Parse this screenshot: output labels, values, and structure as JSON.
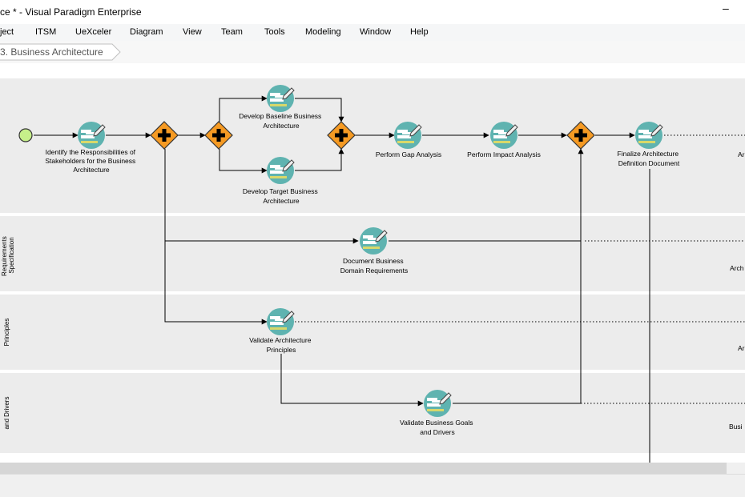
{
  "window": {
    "title": "ce * - Visual Paradigm Enterprise",
    "minimize_glyph": "–"
  },
  "menu": [
    {
      "label": "ject"
    },
    {
      "label": "ITSM"
    },
    {
      "label": "UeXceler"
    },
    {
      "label": "Diagram"
    },
    {
      "label": "View"
    },
    {
      "label": "Team"
    },
    {
      "label": "Tools"
    },
    {
      "label": "Modeling"
    },
    {
      "label": "Window"
    },
    {
      "label": "Help"
    }
  ],
  "breadcrumb": {
    "label": "3. Business Architecture"
  },
  "lanes": [
    {
      "label": ""
    },
    {
      "label": "Requirements Specification",
      "label_lines": [
        "Requirements",
        "Specification"
      ]
    },
    {
      "label": "Principles"
    },
    {
      "label": "and Drivers"
    }
  ],
  "tasks": [
    {
      "id": "identify",
      "label_lines": [
        "Identify the Responsibilities of",
        "Stakeholders for the Business",
        "Architecture"
      ]
    },
    {
      "id": "baseline",
      "label_lines": [
        "Develop Baseline Business",
        "Architecture"
      ]
    },
    {
      "id": "target",
      "label_lines": [
        "Develop Target Business",
        "Architecture"
      ]
    },
    {
      "id": "gap",
      "label_lines": [
        "Perform Gap Analysis"
      ]
    },
    {
      "id": "impact",
      "label_lines": [
        "Perform Impact Analysis"
      ]
    },
    {
      "id": "finalize",
      "label_lines": [
        "Finalize Architecture",
        "Definition Document"
      ]
    },
    {
      "id": "docreq",
      "label_lines": [
        "Document Business",
        "Domain Requirements"
      ]
    },
    {
      "id": "valprin",
      "label_lines": [
        "Validate Architecture",
        "Principles"
      ]
    },
    {
      "id": "valgoals",
      "label_lines": [
        "Validate Business Goals",
        "and Drivers"
      ]
    }
  ],
  "artifacts": [
    {
      "id": "art1",
      "label": "Ar"
    },
    {
      "id": "art2",
      "label": "Arch"
    },
    {
      "id": "art3",
      "label": "Ar"
    },
    {
      "id": "art4",
      "label": "Busi"
    }
  ],
  "colors": {
    "lane_bg": "#ececec",
    "task_teal": "#5fb3b0",
    "gateway_orange": "#f59a23",
    "start_green": "#c6f08a"
  },
  "icons": {
    "task": "user-task-pencil-icon",
    "gateway": "parallel-gateway-icon",
    "start": "start-event-icon"
  }
}
